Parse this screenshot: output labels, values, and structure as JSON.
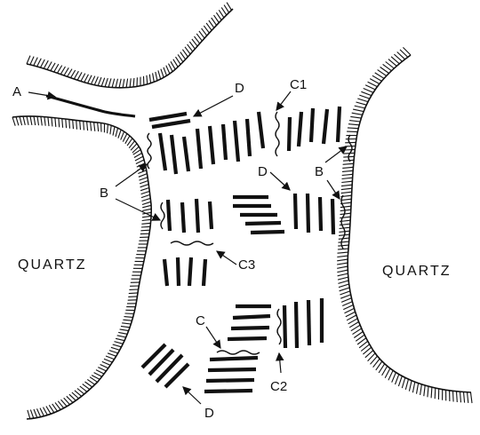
{
  "labels": {
    "quartz_left": "QUARTZ",
    "quartz_right": "QUARTZ",
    "a": "A",
    "b": "B",
    "c": "C",
    "c1": "C1",
    "c2": "C2",
    "c3": "C3",
    "d": "D"
  }
}
